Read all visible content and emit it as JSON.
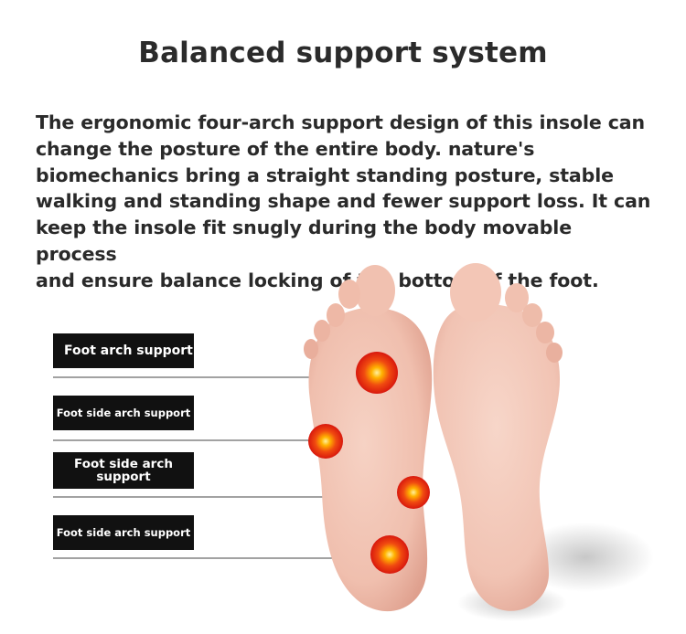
{
  "title": "Balanced support system",
  "description_lines": [
    "The ergonomic four-arch support design of this insole can",
    "change the posture of the entire body. nature's",
    "biomechanics bring a straight standing posture, stable",
    "walking and standing shape and fewer support loss. It can",
    "keep the insole fit snugly during the body movable process",
    "and ensure balance locking of the bottom of the foot."
  ],
  "labels": [
    "Foot arch support",
    "Foot side arch support",
    "Foot side arch support",
    "Foot side arch support"
  ],
  "colors": {
    "skin": "#f3c7b8",
    "skin_shadow": "#e2a694",
    "hotspot_core": "#ffb300",
    "hotspot_outer": "#e0210f",
    "label_bg": "#111111"
  }
}
